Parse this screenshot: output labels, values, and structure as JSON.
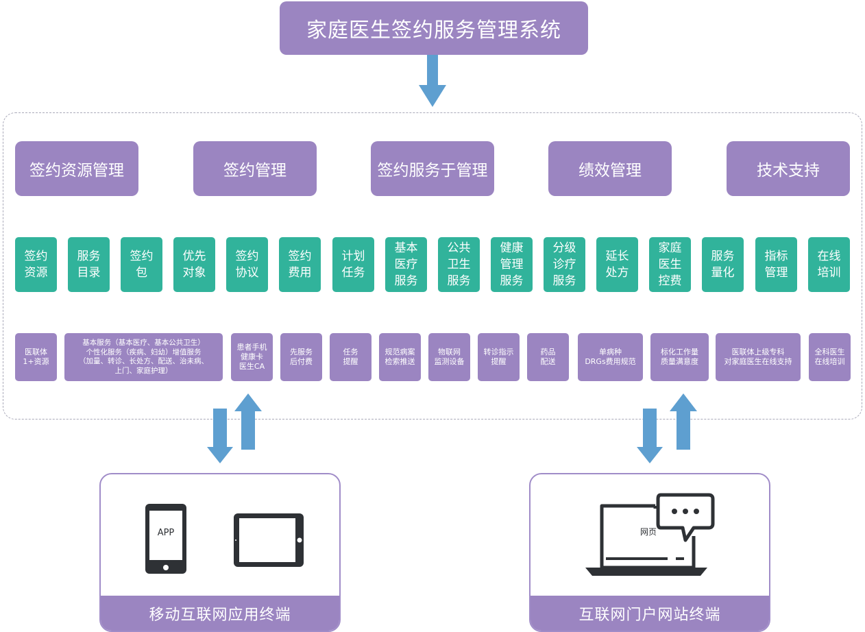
{
  "title": "家庭医生签约服务管理系统",
  "modules": [
    "签约资源管理",
    "签约管理",
    "签约服务于管理",
    "绩效管理",
    "技术支持"
  ],
  "functions": [
    "签约\n资源",
    "服务\n目录",
    "签约\n包",
    "优先\n对象",
    "签约\n协议",
    "签约\n费用",
    "计划\n任务",
    "基本\n医疗\n服务",
    "公共\n卫生\n服务",
    "健康\n管理\n服务",
    "分级\n诊疗\n服务",
    "延长\n处方",
    "家庭\n医生\n控费",
    "服务\n量化",
    "指标\n管理",
    "在线\n培训"
  ],
  "details": [
    "医联体\n1+资源",
    "基本服务（基本医疗、基本公共卫生）\n个性化服务（疾病、妇幼）增值服务\n（加量、转诊、长处方、配送、治未病、\n上门、家庭护理）",
    "患者手机\n健康卡\n医生CA",
    "先服务\n后付费",
    "任务\n提醒",
    "规范病案\n检索推送",
    "物联网\n监测设备",
    "转诊指示\n提醒",
    "药品\n配送",
    "单病种\nDRGs费用规范",
    "标化工作量\n质量满意度",
    "医联体上级专科\n对家庭医生在线支持",
    "全科医生\n在线培训"
  ],
  "terminals": {
    "mobile": {
      "label": "移动互联网应用终端",
      "app_text": "APP"
    },
    "web": {
      "label": "互联网门户网站终端",
      "page_text": "网页"
    }
  },
  "colors": {
    "purple": "#9b85c1",
    "teal": "#31b39b",
    "arrow": "#5e9fd0"
  },
  "icons": [
    "smartphone-icon",
    "tablet-icon",
    "laptop-icon",
    "chat-bubble-icon"
  ]
}
